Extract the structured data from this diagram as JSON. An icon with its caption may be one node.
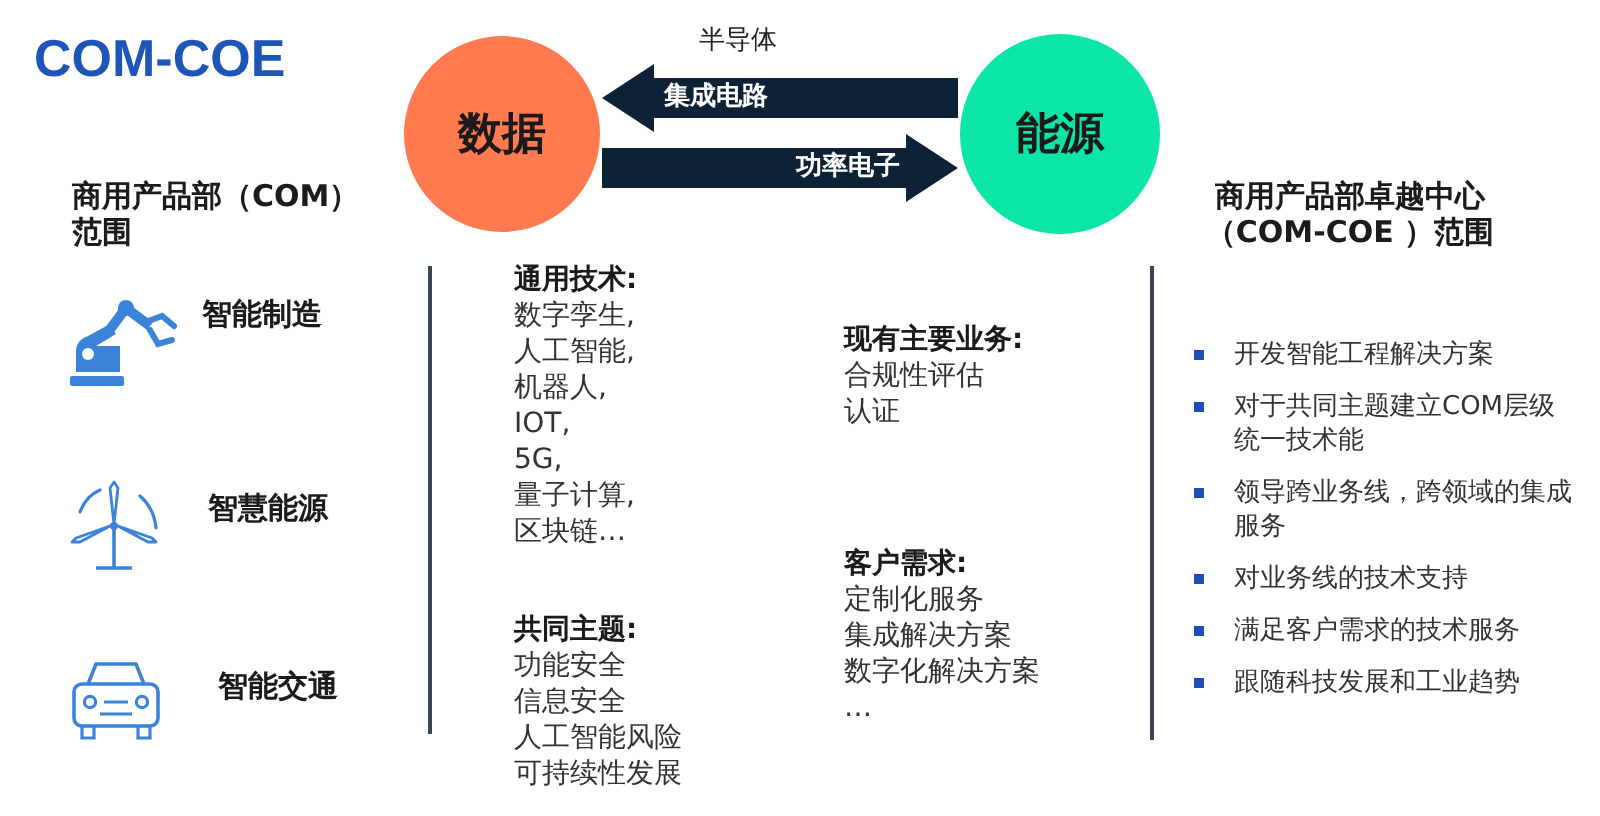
{
  "diagram": {
    "title": "COM-COE",
    "nodes": [
      {
        "text": [
          "数据"
        ]
      },
      {
        "text": [
          "能源"
        ]
      }
    ],
    "edges": [
      {
        "from": 1,
        "to": 0,
        "arrow": "to",
        "label": "集成电路"
      },
      {
        "from": 0,
        "to": 1,
        "arrow": "to",
        "label": "功率电子"
      }
    ],
    "labels": [
      "半导体",
      "商用产品部（COM）范围",
      "商用产品部卓越中心（COM-COE ）范围",
      "智能制造",
      "智慧能源",
      "智能交通",
      "通用技术:",
      "数字孪生,",
      "人工智能,",
      "机器人,",
      "IOT,",
      "5G,",
      "量子计算,",
      "区块链…",
      "共同主题:",
      "功能安全",
      "信息安全",
      "人工智能风险",
      "可持续性发展",
      "现有主要业务:",
      "合规性评估",
      "认证",
      "客户需求:",
      "定制化服务",
      "集成解决方案",
      "数字化解决方案",
      "…",
      "开发智能工程解决方案",
      "对于共同主题建立COM层级统一技术能",
      "领导跨业务线，跨领域的集成服务",
      "对业务线的技术支持",
      "满足客户需求的技术服务",
      "跟随科技发展和工业趋势"
    ]
  }
}
